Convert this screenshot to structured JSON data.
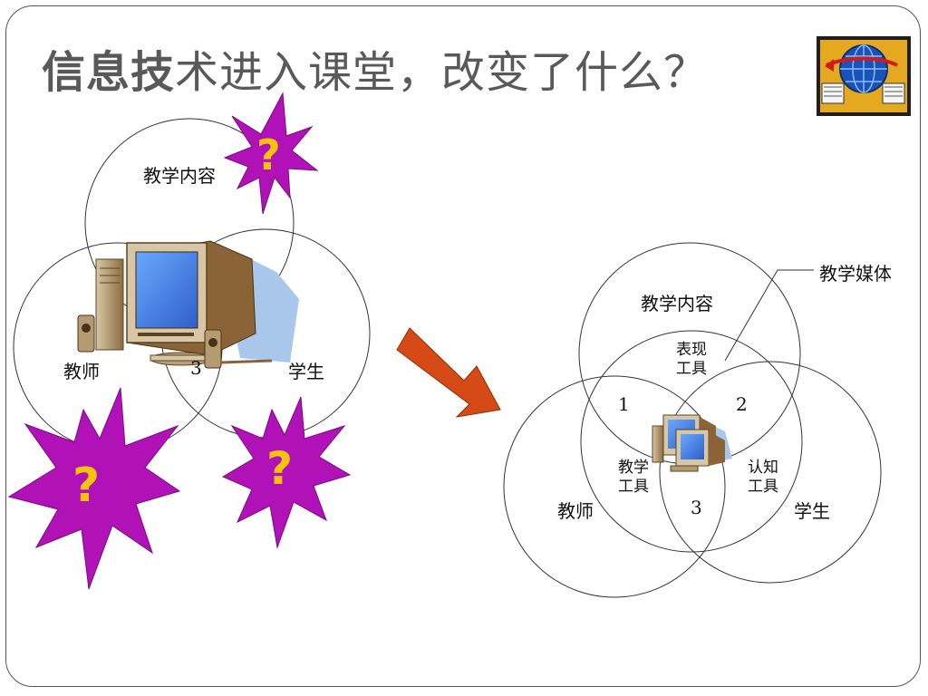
{
  "title": {
    "bold": "信息技",
    "rest": "术进入课堂，改变了什么？"
  },
  "left_diagram": {
    "content_label": "教学内容",
    "teacher_label": "教师",
    "student_label": "学生",
    "center_number": "3"
  },
  "question_mark": "?",
  "right_diagram": {
    "media_label": "教学媒体",
    "content_label": "教学内容",
    "expression_tool": {
      "line1": "表现",
      "line2": "工具"
    },
    "teaching_tool": {
      "line1": "教学",
      "line2": "工具"
    },
    "cognitive_tool": {
      "line1": "认知",
      "line2": "工具"
    },
    "teacher_label": "教师",
    "student_label": "学生",
    "num1": "1",
    "num2": "2",
    "num3": "3"
  },
  "colors": {
    "starburst": "#b012b8",
    "question": "#f2c40c",
    "arrow": "#d64a16",
    "monitor_screen": "#4f8ff0"
  }
}
